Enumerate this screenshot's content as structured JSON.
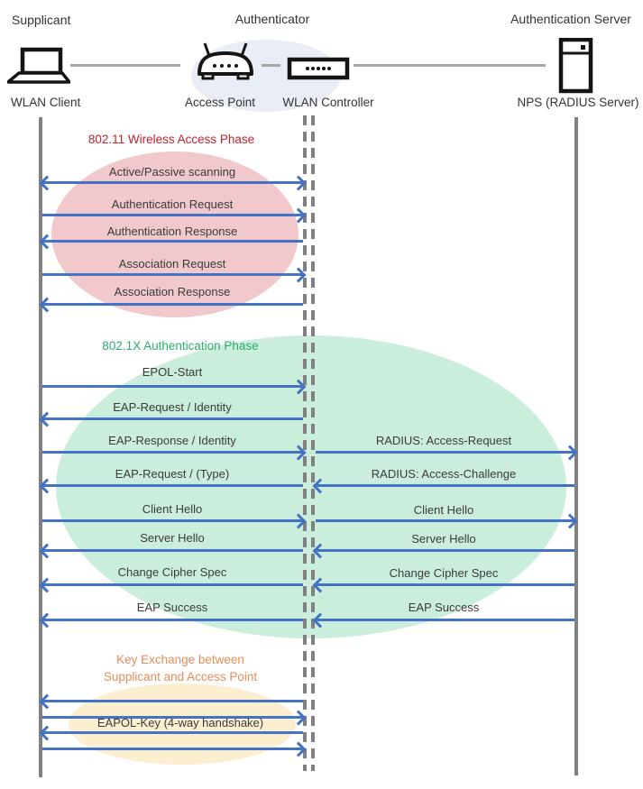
{
  "header": {
    "supplicant_title": "Supplicant",
    "authenticator_title": "Authenticator",
    "auth_server_title": "Authentication Server",
    "wlan_client_label": "WLAN Client",
    "access_point_label": "Access Point",
    "wlan_controller_label": "WLAN Controller",
    "nps_label": "NPS (RADIUS Server)"
  },
  "phases": {
    "p80211": {
      "title": "802.11 Wireless Access Phase",
      "color": "#C3232E"
    },
    "p8021x": {
      "title": "802.1X Authentication Phase",
      "color": "#2BAF6A"
    },
    "key_exchange": {
      "title_line1": "Key Exchange between",
      "title_line2": "Supplicant and Access Point",
      "color": "#E58E5A"
    }
  },
  "messages": {
    "left": [
      {
        "label": "Active/Passive scanning",
        "direction": "both"
      },
      {
        "label": "Authentication Request",
        "direction": "right"
      },
      {
        "label": "Authentication Response",
        "direction": "left"
      },
      {
        "label": "Association Request",
        "direction": "right"
      },
      {
        "label": "Association Response",
        "direction": "left"
      },
      {
        "label": "EPOL-Start",
        "direction": "right"
      },
      {
        "label": "EAP-Request / Identity",
        "direction": "left"
      },
      {
        "label": "EAP-Response / Identity",
        "direction": "right"
      },
      {
        "label": "EAP-Request / (Type)",
        "direction": "left"
      },
      {
        "label": "Client Hello",
        "direction": "right"
      },
      {
        "label": "Server Hello",
        "direction": "left"
      },
      {
        "label": "Change Cipher Spec",
        "direction": "left"
      },
      {
        "label": "EAP Success",
        "direction": "left"
      }
    ],
    "right": [
      {
        "label": "RADIUS: Access-Request",
        "direction": "right"
      },
      {
        "label": "RADIUS: Access-Challenge",
        "direction": "left"
      },
      {
        "label": "Client Hello",
        "direction": "right"
      },
      {
        "label": "Server Hello",
        "direction": "left"
      },
      {
        "label": "Change Cipher Spec",
        "direction": "left"
      },
      {
        "label": "EAP Success",
        "direction": "left"
      }
    ],
    "key_exchange_label": "EAPOL-Key (4-way handshake)",
    "key_exchange_arrow_directions": [
      "left",
      "right",
      "left",
      "right"
    ]
  },
  "icons": {
    "laptop-icon": "laptop outline",
    "access-point-icon": "wireless access point with two antennas",
    "wlan-controller-icon": "controller box with five dots",
    "server-icon": "server tower"
  },
  "colors": {
    "arrow": "#4472C4",
    "lifeline": "#808080",
    "header_connector": "#A6A6A6",
    "pink_ellipse": "#F1C9CC",
    "green_ellipse": "#CBEDDC",
    "orange_ellipse": "#FCEFD0",
    "header_ellipse": "#E9EDF6"
  }
}
